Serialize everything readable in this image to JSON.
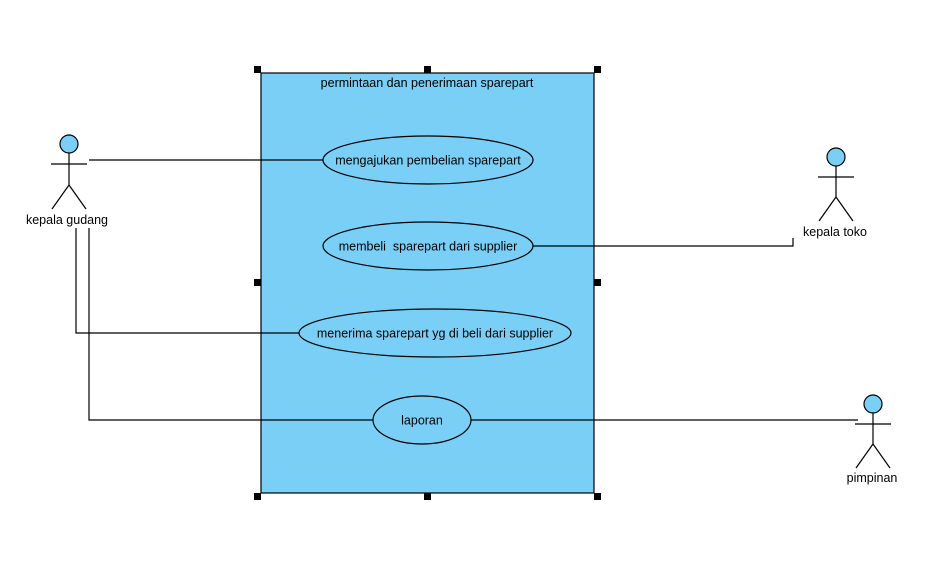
{
  "colors": {
    "system_fill": "#79cff5",
    "use_case_fill": "#79cff5",
    "actor_head_fill": "#79cff5",
    "line": "#000000",
    "background": "#ffffff"
  },
  "system": {
    "title": "permintaan dan penerimaan sparepart",
    "selected": true
  },
  "use_cases": [
    {
      "id": "uc1",
      "label": "mengajukan pembelian sparepart"
    },
    {
      "id": "uc2",
      "label": "membeli  sparepart dari supplier"
    },
    {
      "id": "uc3",
      "label": "menerima sparepart yg di beli dari supplier"
    },
    {
      "id": "uc4",
      "label": "laporan"
    }
  ],
  "actors": [
    {
      "id": "gudang",
      "label": "kepala gudang",
      "icon": "stick-figure-icon"
    },
    {
      "id": "toko",
      "label": "kepala toko",
      "icon": "stick-figure-icon"
    },
    {
      "id": "pimpinan",
      "label": "pimpinan",
      "icon": "stick-figure-icon"
    }
  ],
  "associations": [
    {
      "from": "gudang",
      "to": "uc1"
    },
    {
      "from": "gudang",
      "to": "uc3"
    },
    {
      "from": "gudang",
      "to": "uc4"
    },
    {
      "from": "toko",
      "to": "uc2"
    },
    {
      "from": "pimpinan",
      "to": "uc4"
    }
  ]
}
